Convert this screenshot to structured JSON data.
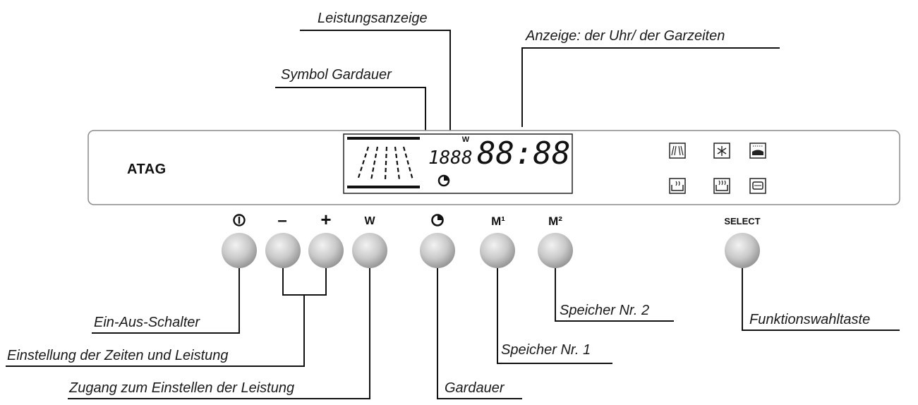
{
  "panel": {
    "brand": "ATAG",
    "display": {
      "power_digits": "1888",
      "power_unit": "W",
      "clock_digits": "88:88"
    },
    "function_icons": [
      "grill-element-icon",
      "defrost-snowflake-icon",
      "top-heat-dish-icon",
      "steam-low-icon",
      "steam-high-icon",
      "bottom-heat-dish-icon"
    ]
  },
  "buttons": [
    {
      "id": "power",
      "label": "",
      "icon": "power-icon"
    },
    {
      "id": "minus",
      "label": "–"
    },
    {
      "id": "plus",
      "label": "+"
    },
    {
      "id": "watt",
      "label": "W"
    },
    {
      "id": "timer",
      "label": "",
      "icon": "timer-icon"
    },
    {
      "id": "m1",
      "label": "M¹"
    },
    {
      "id": "m2",
      "label": "M²"
    },
    {
      "id": "select",
      "label": "SELECT"
    }
  ],
  "callouts": {
    "power_display": "Leistungsanzeige",
    "clock_display": "Anzeige: der Uhr/ der Garzeiten",
    "duration_symbol": "Symbol Gardauer",
    "on_off": "Ein-Aus-Schalter",
    "time_power_setting": "Einstellung der Zeiten und Leistung",
    "power_access": "Zugang zum Einstellen der Leistung",
    "duration": "Gardauer",
    "memory1": "Speicher Nr. 1",
    "memory2": "Speicher Nr. 2",
    "function_select": "Funktionswahltaste"
  }
}
